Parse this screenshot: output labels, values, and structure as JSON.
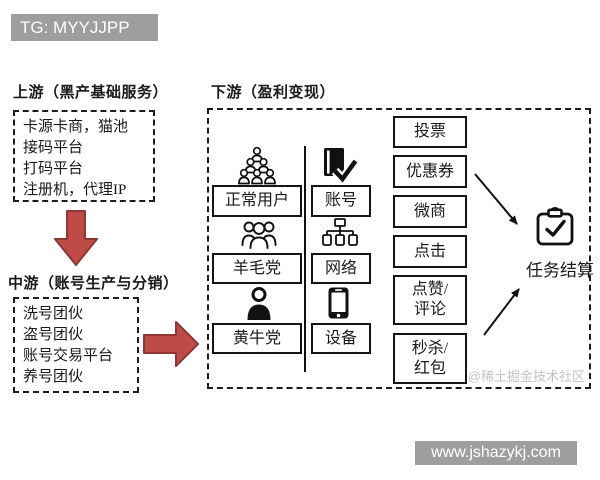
{
  "colors": {
    "arrow_red": "#BE4B48",
    "arrow_red_border": "#8C3836",
    "gray_badge": "#9E9E9E",
    "watermark_gray": "#C3C3C3"
  },
  "badges": {
    "telegram": "TG: MYYJJPP",
    "website": "www.jshazykj.com"
  },
  "upstream": {
    "title": "上游（黑产基础服务）",
    "items": [
      "卡源卡商，猫池",
      "接码平台",
      "打码平台",
      "注册机，代理IP"
    ]
  },
  "midstream": {
    "title": "中游（账号生产与分销）",
    "items": [
      "洗号团伙",
      "盗号团伙",
      "账号交易平台",
      "养号团伙"
    ]
  },
  "downstream": {
    "title": "下游（盈利变现）",
    "actors": [
      "正常用户",
      "羊毛党",
      "黄牛党"
    ],
    "resources": [
      "账号",
      "网络",
      "设备"
    ],
    "monetization": [
      [
        "投票"
      ],
      [
        "优惠券"
      ],
      [
        "微商"
      ],
      [
        "点击"
      ],
      [
        "点赞/",
        "评论"
      ],
      [
        "秒杀/",
        "红包"
      ]
    ],
    "settlement": "任务结算",
    "watermark": "@稀土掘金技术社区"
  }
}
